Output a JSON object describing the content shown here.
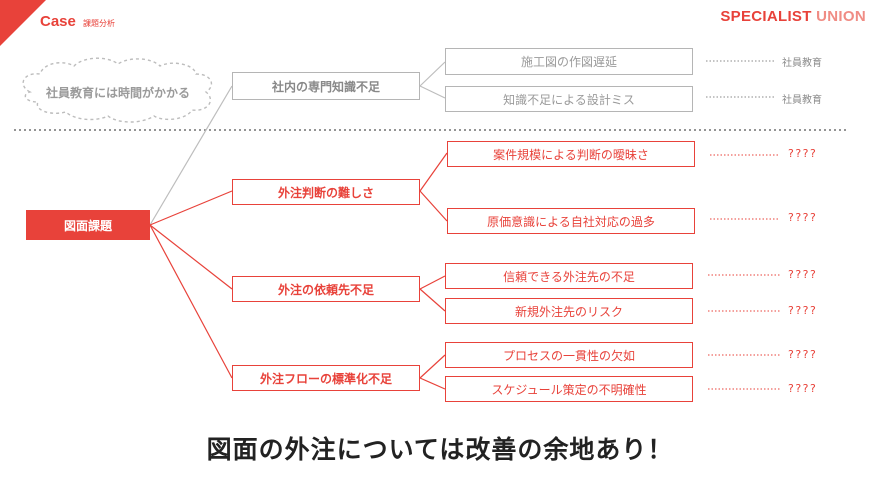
{
  "header": {
    "case_label": "Case",
    "case_sub": "課題分析",
    "brand_main": "SPECIALIST",
    "brand_union": "UNION"
  },
  "colors": {
    "accent": "#e8423a",
    "gray": "#b5b5b5"
  },
  "cloud": {
    "text": "社員教育には時間がかかる"
  },
  "root": {
    "label": "図面課題"
  },
  "upper": {
    "label": "社内の専門知識不足",
    "children": [
      {
        "label": "施工図の作図遅延",
        "note": "社員教育"
      },
      {
        "label": "知識不足による設計ミス",
        "note": "社員教育"
      }
    ]
  },
  "groups": [
    {
      "label": "外注判断の難しさ",
      "children": [
        {
          "label": "案件規模による判断の曖昧さ",
          "note": "????"
        },
        {
          "label": "原価意識による自社対応の過多",
          "note": "????"
        }
      ]
    },
    {
      "label": "外注の依頼先不足",
      "children": [
        {
          "label": "信頼できる外注先の不足",
          "note": "????"
        },
        {
          "label": "新規外注先のリスク",
          "note": "????"
        }
      ]
    },
    {
      "label": "外注フローの標準化不足",
      "children": [
        {
          "label": "プロセスの一貫性の欠如",
          "note": "????"
        },
        {
          "label": "スケジュール策定の不明確性",
          "note": "????"
        }
      ]
    }
  ],
  "conclusion": "図面の外注については改善の余地あり！"
}
